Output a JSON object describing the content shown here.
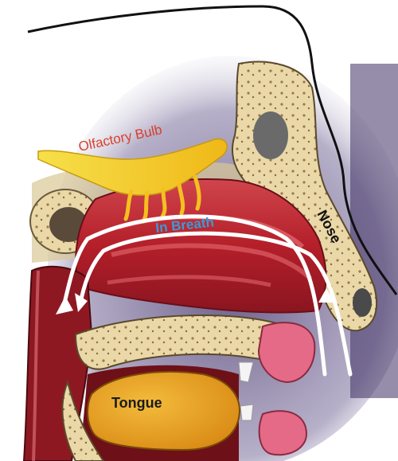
{
  "labels": {
    "olfactory_bulb": "Olfactory Bulb",
    "in_breath": "In Breath",
    "nose": "Nose",
    "tongue": "Tongue"
  },
  "colors": {
    "olfactory_label": "#d8402c",
    "in_breath_label": "#3b9ad8",
    "nose_label": "#111111",
    "tongue_label": "#1a1a1a",
    "bone": "#ead8a8",
    "flesh": "#b8242c",
    "bulb": "#f2d21c",
    "tongue_fill": "#e9a21f",
    "arrow": "#ffffff",
    "outline": "#111111"
  }
}
